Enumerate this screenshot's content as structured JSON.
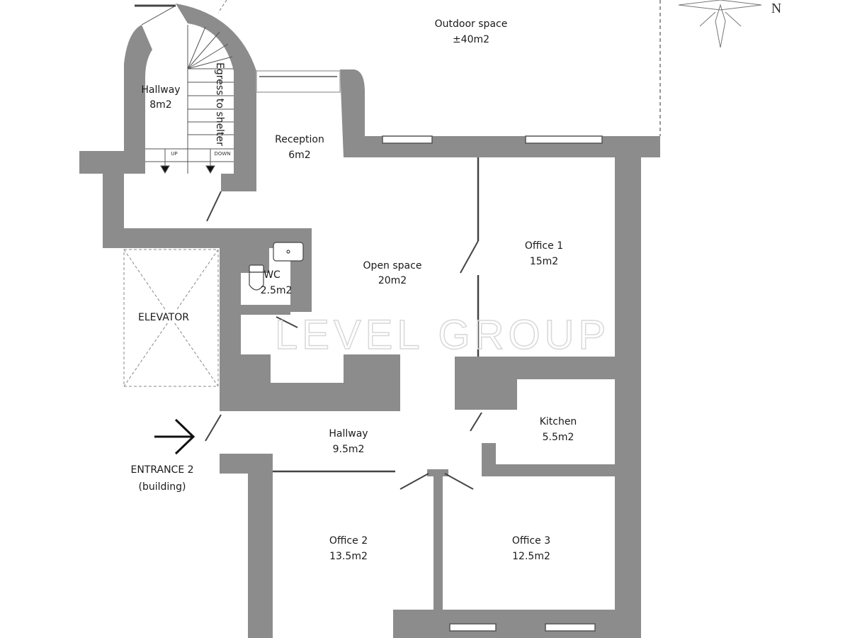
{
  "plan": {
    "rooms": [
      {
        "name": "Outdoor space",
        "area": "±40m2"
      },
      {
        "name": "Hallway",
        "area": "8m2"
      },
      {
        "name": "Reception",
        "area": "6m2"
      },
      {
        "name": "Open space",
        "area": "20m2"
      },
      {
        "name": "Office 1",
        "area": "15m2"
      },
      {
        "name": "WC",
        "area": "2.5m2"
      },
      {
        "name": "Kitchen",
        "area": "5.5m2"
      },
      {
        "name": "Hallway",
        "area": "9.5m2"
      },
      {
        "name": "Office 2",
        "area": "13.5m2"
      },
      {
        "name": "Office 3",
        "area": "12.5m2"
      }
    ],
    "egress_label": "Egress to shelter",
    "stairs": {
      "up": "UP",
      "down": "DOWN"
    },
    "elevator_label": "ELEVATOR",
    "entrance": {
      "line1": "ENTRANCE 2",
      "line2": "(building)"
    },
    "compass_label": "N",
    "watermark": "LEVEL GROUP",
    "colors": {
      "wall": "#8c8c8c",
      "text": "#1a1a1a"
    }
  }
}
